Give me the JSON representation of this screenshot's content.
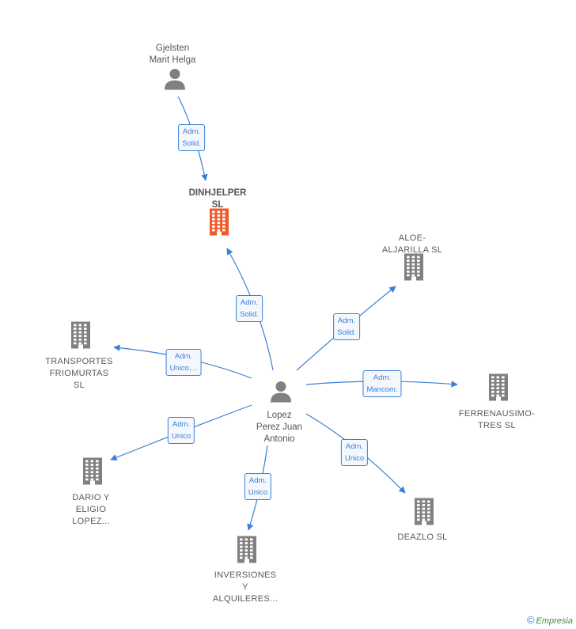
{
  "colors": {
    "edge": "#3a7fd5",
    "icon": "#808080",
    "highlight": "#f05a28"
  },
  "nodes": [
    {
      "id": "gjelsten",
      "type": "person",
      "label": "Gjelsten\nMarit Helga"
    },
    {
      "id": "dinhjelper",
      "type": "company-highlight",
      "label": "DINHJELPER\nSL"
    },
    {
      "id": "lopez",
      "type": "person",
      "label": "Lopez\nPerez Juan\nAntonio"
    },
    {
      "id": "aloe",
      "type": "company",
      "label": "ALOE-\nALJARILLA  SL"
    },
    {
      "id": "transportes",
      "type": "company",
      "label": "TRANSPORTES\nFRIOMURTAS\nSL"
    },
    {
      "id": "ferrenausimo",
      "type": "company",
      "label": "FERRENAUSIMO-\nTRES SL"
    },
    {
      "id": "dario",
      "type": "company",
      "label": "DARIO Y\nELIGIO\nLOPEZ..."
    },
    {
      "id": "deazlo",
      "type": "company",
      "label": "DEAZLO SL"
    },
    {
      "id": "inversiones",
      "type": "company",
      "label": "INVERSIONES\nY\nALQUILERES..."
    }
  ],
  "edges": [
    {
      "from": "gjelsten",
      "to": "dinhjelper",
      "label": "Adm.\nSolid."
    },
    {
      "from": "lopez",
      "to": "dinhjelper",
      "label": "Adm.\nSolid."
    },
    {
      "from": "lopez",
      "to": "aloe",
      "label": "Adm.\nSolid."
    },
    {
      "from": "lopez",
      "to": "transportes",
      "label": "Adm.\nUnico,..."
    },
    {
      "from": "lopez",
      "to": "ferrenausimo",
      "label": "Adm.\nMancom."
    },
    {
      "from": "lopez",
      "to": "dario",
      "label": "Adm.\nUnico"
    },
    {
      "from": "lopez",
      "to": "deazlo",
      "label": "Adm.\nUnico"
    },
    {
      "from": "lopez",
      "to": "inversiones",
      "label": "Adm.\nUnico"
    }
  ],
  "footer": {
    "symbol": "©",
    "brand": "Empresia"
  }
}
